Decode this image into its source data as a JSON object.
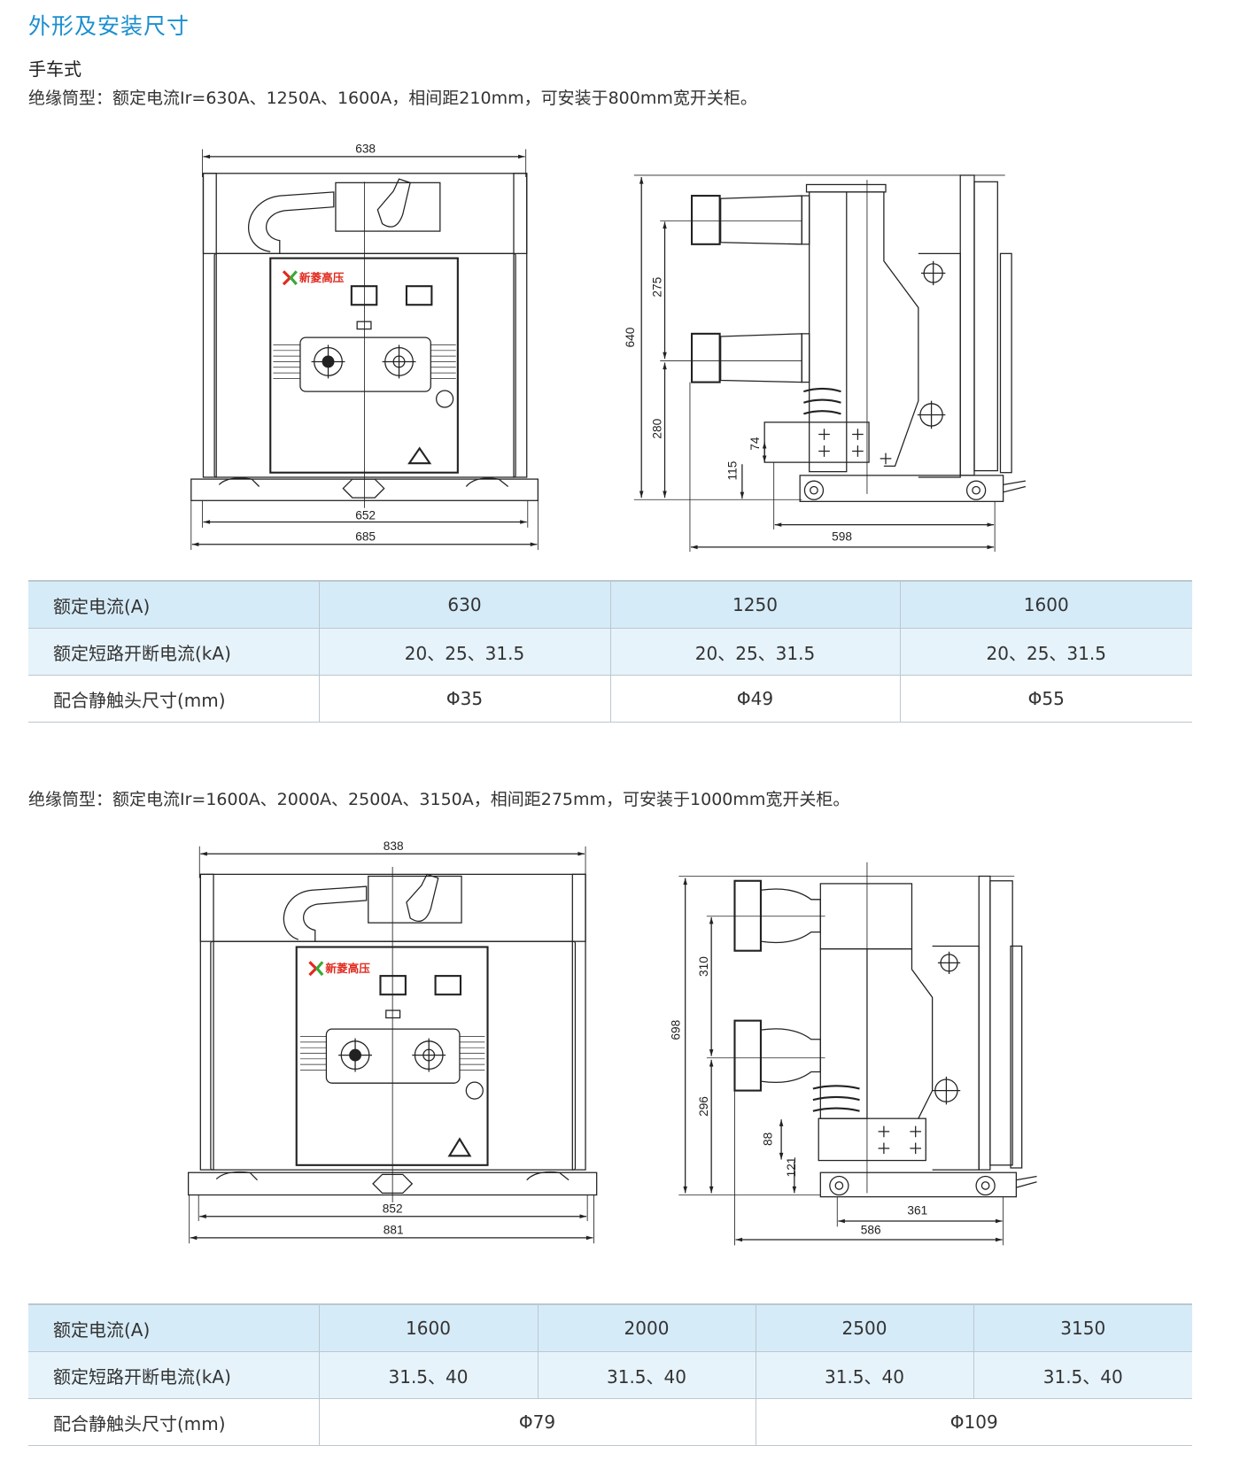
{
  "page": {
    "title": "外形及安装尺寸",
    "subtitle": "手车式",
    "section1_desc": "绝缘筒型：额定电流Ir=630A、1250A、1600A，相间距210mm，可安装于800mm宽开关柜。",
    "section2_desc": "绝缘筒型：额定电流Ir=1600A、2000A、2500A、3150A，相间距275mm，可安装于1000mm宽开关柜。"
  },
  "drawing1": {
    "logo_text": "新菱高压",
    "front": {
      "top_width": "638",
      "rail_width": "652",
      "base_width": "685"
    },
    "side": {
      "height": "640",
      "phase_spacing": "275",
      "lower_height": "280",
      "box_height": "74",
      "box_offset": "115",
      "depth": "598"
    }
  },
  "drawing2": {
    "logo_text": "新菱高压",
    "front": {
      "top_width": "838",
      "rail_width": "852",
      "base_width": "881"
    },
    "side": {
      "height": "698",
      "phase_spacing": "310",
      "lower_height": "296",
      "box_height": "88",
      "box_offset": "121",
      "inner_depth": "361",
      "depth": "586"
    }
  },
  "table1": {
    "rows": [
      {
        "label": "额定电流(A)",
        "cells": [
          "630",
          "1250",
          "1600"
        ]
      },
      {
        "label": "额定短路开断电流(kA)",
        "cells": [
          "20、25、31.5",
          "20、25、31.5",
          "20、25、31.5"
        ]
      },
      {
        "label": "配合静触头尺寸(mm)",
        "cells": [
          "Φ35",
          "Φ49",
          "Φ55"
        ]
      }
    ]
  },
  "table2": {
    "rows": [
      {
        "label": "额定电流(A)",
        "cells": [
          "1600",
          "2000",
          "2500",
          "3150"
        ]
      },
      {
        "label": "额定短路开断电流(kA)",
        "cells": [
          "31.5、40",
          "31.5、40",
          "31.5、40",
          "31.5、40"
        ]
      },
      {
        "label": "配合静触头尺寸(mm)",
        "cells": [
          "Φ79",
          "Φ109"
        ]
      }
    ]
  },
  "colors": {
    "title": "#1b8fcf",
    "header_row": "#d6ebf8",
    "row2": "#e6f3fb",
    "logo_red": "#e02a1e",
    "logo_yellow": "#f2d21b",
    "logo_green": "#3aa935"
  }
}
